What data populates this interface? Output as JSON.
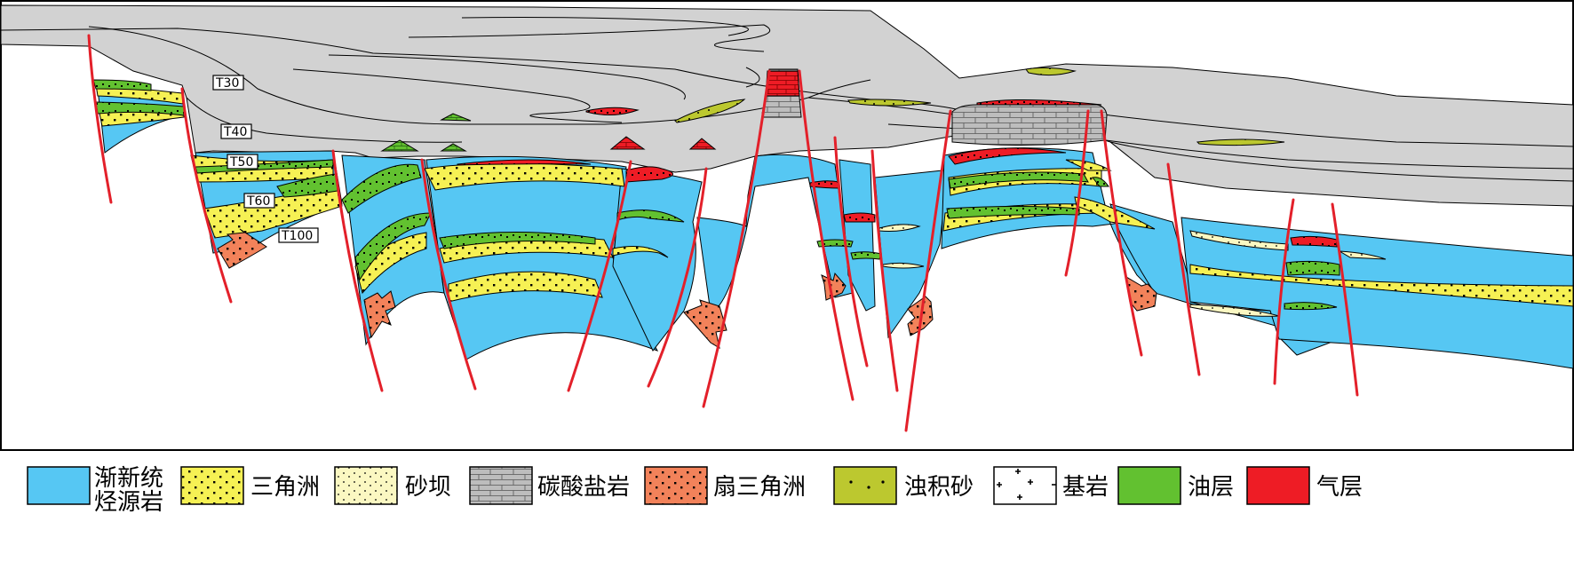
{
  "horizons": [
    {
      "id": "t30",
      "label": "T30"
    },
    {
      "id": "t40",
      "label": "T40"
    },
    {
      "id": "t50",
      "label": "T50"
    },
    {
      "id": "t60",
      "label": "T60"
    },
    {
      "id": "t100",
      "label": "T100"
    }
  ],
  "legend": [
    {
      "id": "oligocene-source",
      "label_line1": "渐新统",
      "label_line2": "烃源岩",
      "swatch": "#56c7f3"
    },
    {
      "id": "delta",
      "label": "三角洲",
      "swatch": "#f6f154"
    },
    {
      "id": "sand-bar",
      "label": "砂坝",
      "swatch": "#fbf8c2"
    },
    {
      "id": "carbonate",
      "label": "碳酸盐岩",
      "swatch": "#bdbdbd"
    },
    {
      "id": "fan-delta",
      "label": "扇三角洲",
      "swatch": "#f2825a"
    },
    {
      "id": "turbidite-sand",
      "label": "浊积砂",
      "swatch": "#bcc82f"
    },
    {
      "id": "basement",
      "label": "基岩",
      "swatch": "#ffffff"
    },
    {
      "id": "oil-layer",
      "label": "油层",
      "swatch": "#62c130"
    },
    {
      "id": "gas-layer",
      "label": "气层",
      "swatch": "#ee1c25"
    }
  ],
  "colors": {
    "source_rock": "#56c7f3",
    "delta": "#f6f154",
    "sand_bar": "#fbf8c2",
    "carbonate": "#bdbdbd",
    "fan_delta": "#f2825a",
    "turbidite": "#bcc82f",
    "oil": "#62c130",
    "gas": "#ee1c25",
    "overburden": "#d2d2d2",
    "fault": "#e3202a"
  }
}
